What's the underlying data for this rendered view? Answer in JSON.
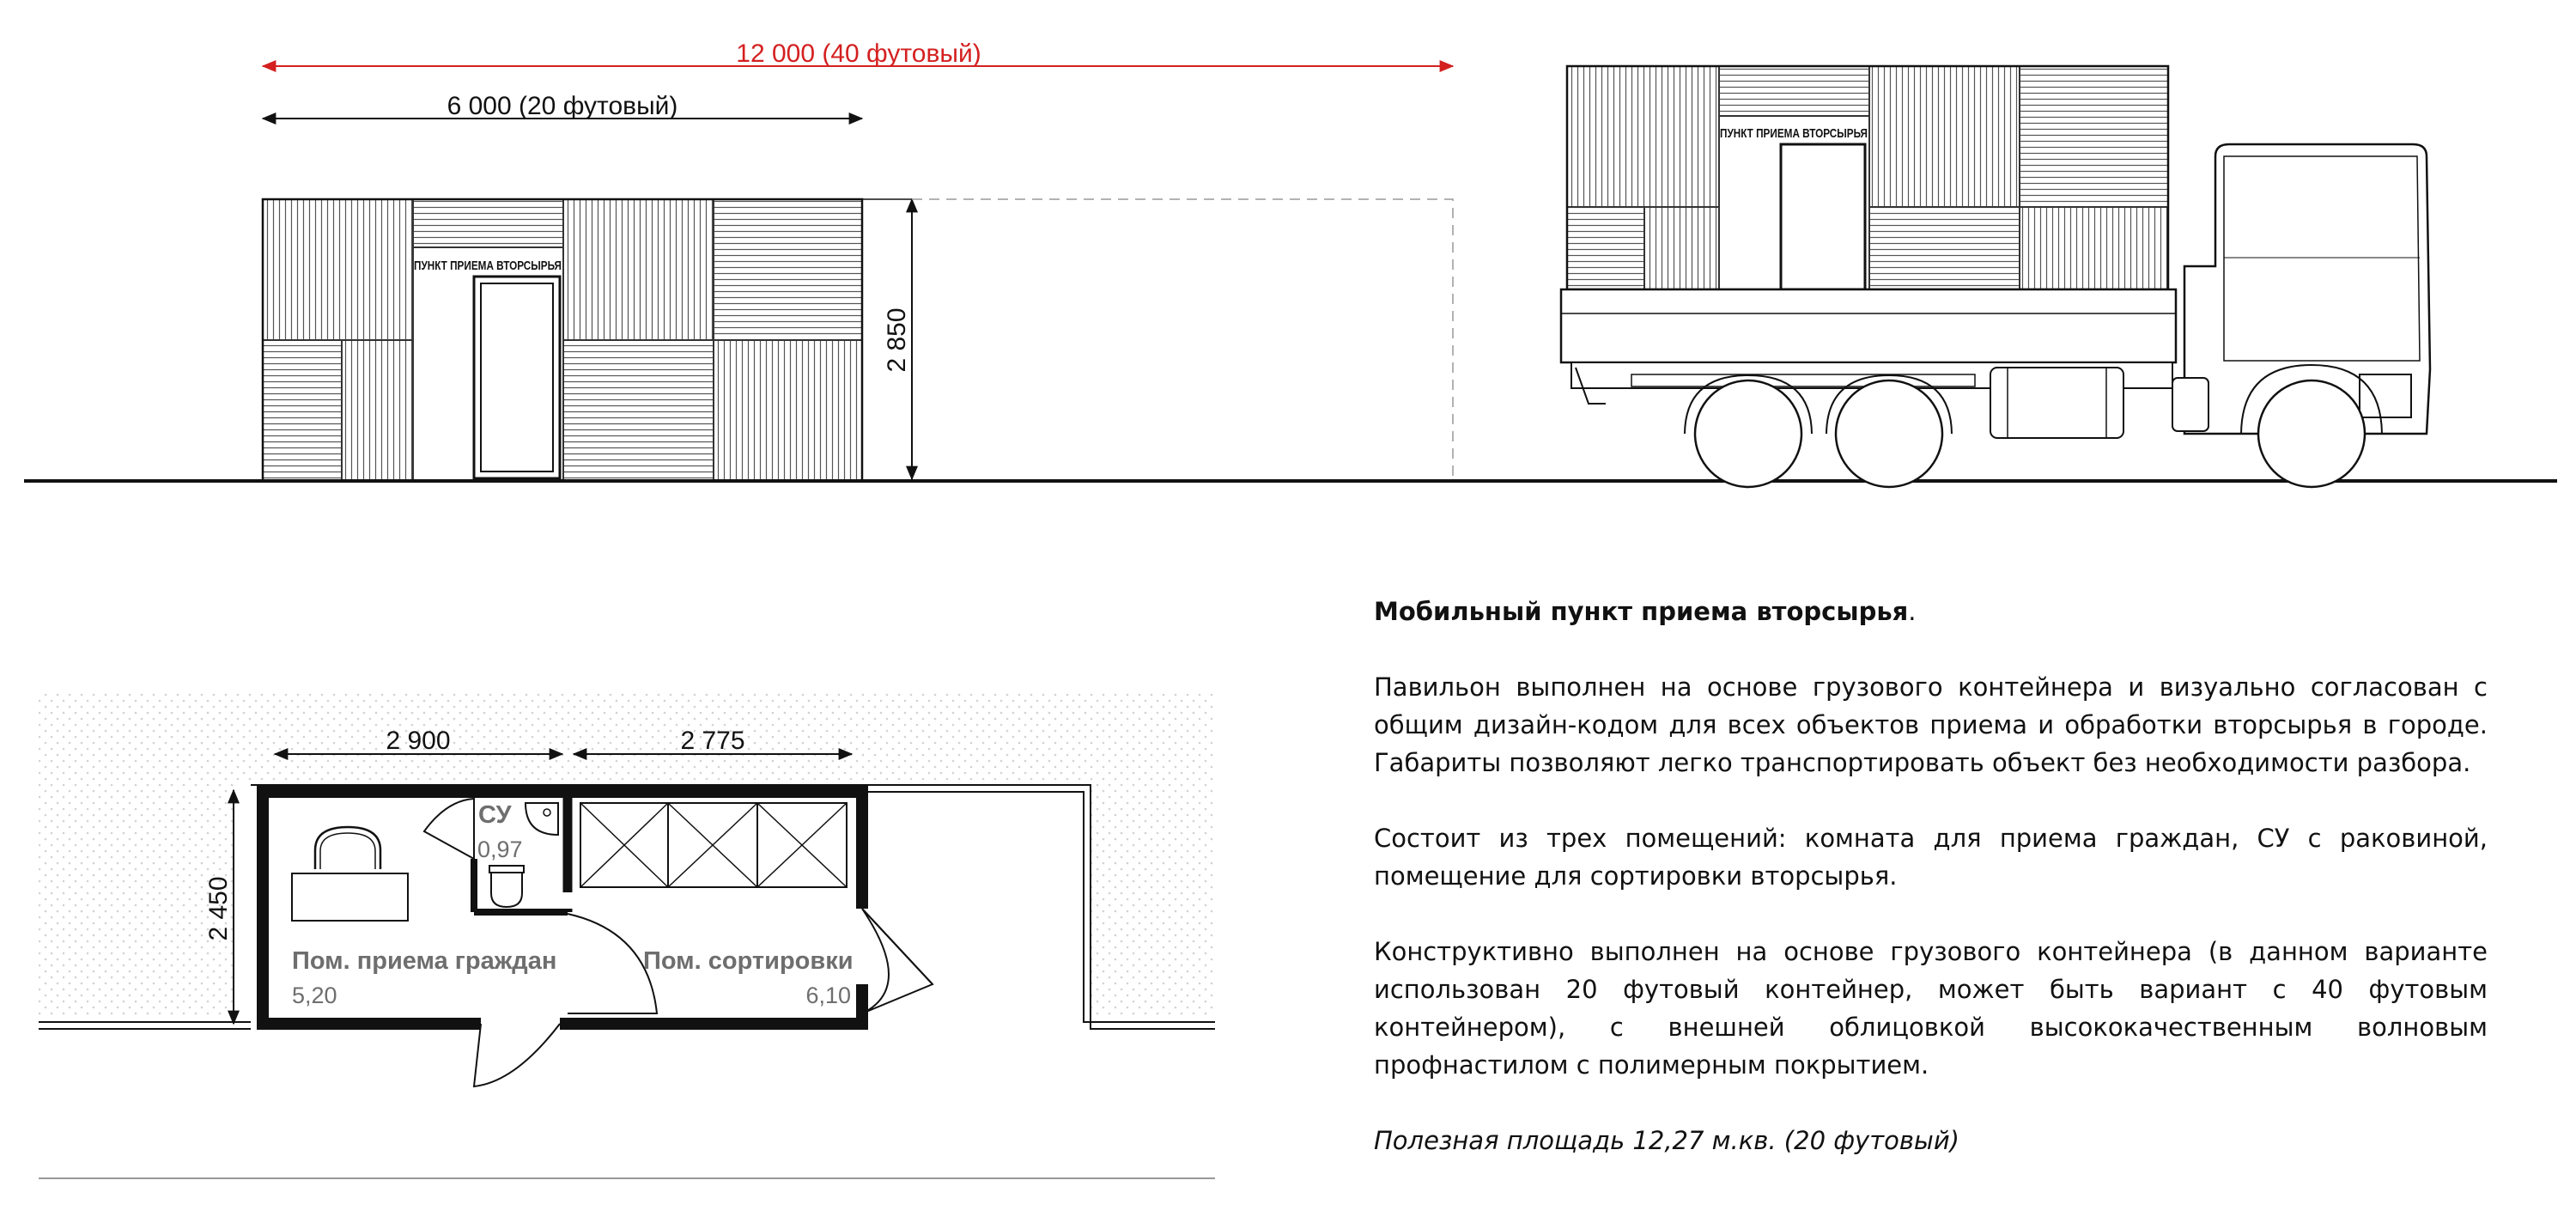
{
  "elevation": {
    "dim_total": "12 000 (40 футовый)",
    "dim_20ft": "6 000 (20 футовый)",
    "dim_height": "2 850",
    "sign": "ПУНКТ ПРИЕМА ВТОРСЫРЬЯ"
  },
  "truck": {
    "sign": "ПУНКТ ПРИЕМА ВТОРСЫРЬЯ"
  },
  "plan": {
    "dim_room1_width": "2 900",
    "dim_room2_width": "2 775",
    "dim_depth": "2 450",
    "wc": {
      "label": "СУ",
      "area": "0,97"
    },
    "reception": {
      "label": "Пом. приема граждан",
      "area": "5,20"
    },
    "sorting": {
      "label": "Пом. сортировки",
      "area": "6,10"
    }
  },
  "description": {
    "title": "Мобильный пункт приема вторсырья",
    "title_suffix": ".",
    "p1": "Павильон выполнен на основе грузового контейнера и визуально согласован с общим дизайн-кодом для всех объектов приема и обработки вторсырья в городе. Габариты позволяют легко транспортировать объект без необходимости разбора.",
    "p2": "Состоит из трех помещений: комната для приема граждан, СУ с раковиной, помещение для сортировки вторсырья.",
    "p3": "Конструктивно выполнен на основе грузового контейнера (в данном варианте использован 20 футовый контейнер, может быть вариант с 40 футовым контейнером), с внешней облицовкой высококачественным волновым профнастилом с полимерным покрытием.",
    "footnote": "Полезная площадь  12,27 м.кв. (20 футовый)"
  },
  "colors": {
    "line": "#111111",
    "dimension_red": "#d42020",
    "label_gray": "#6e6e6e",
    "dot_pattern": "#d2d2d2"
  }
}
